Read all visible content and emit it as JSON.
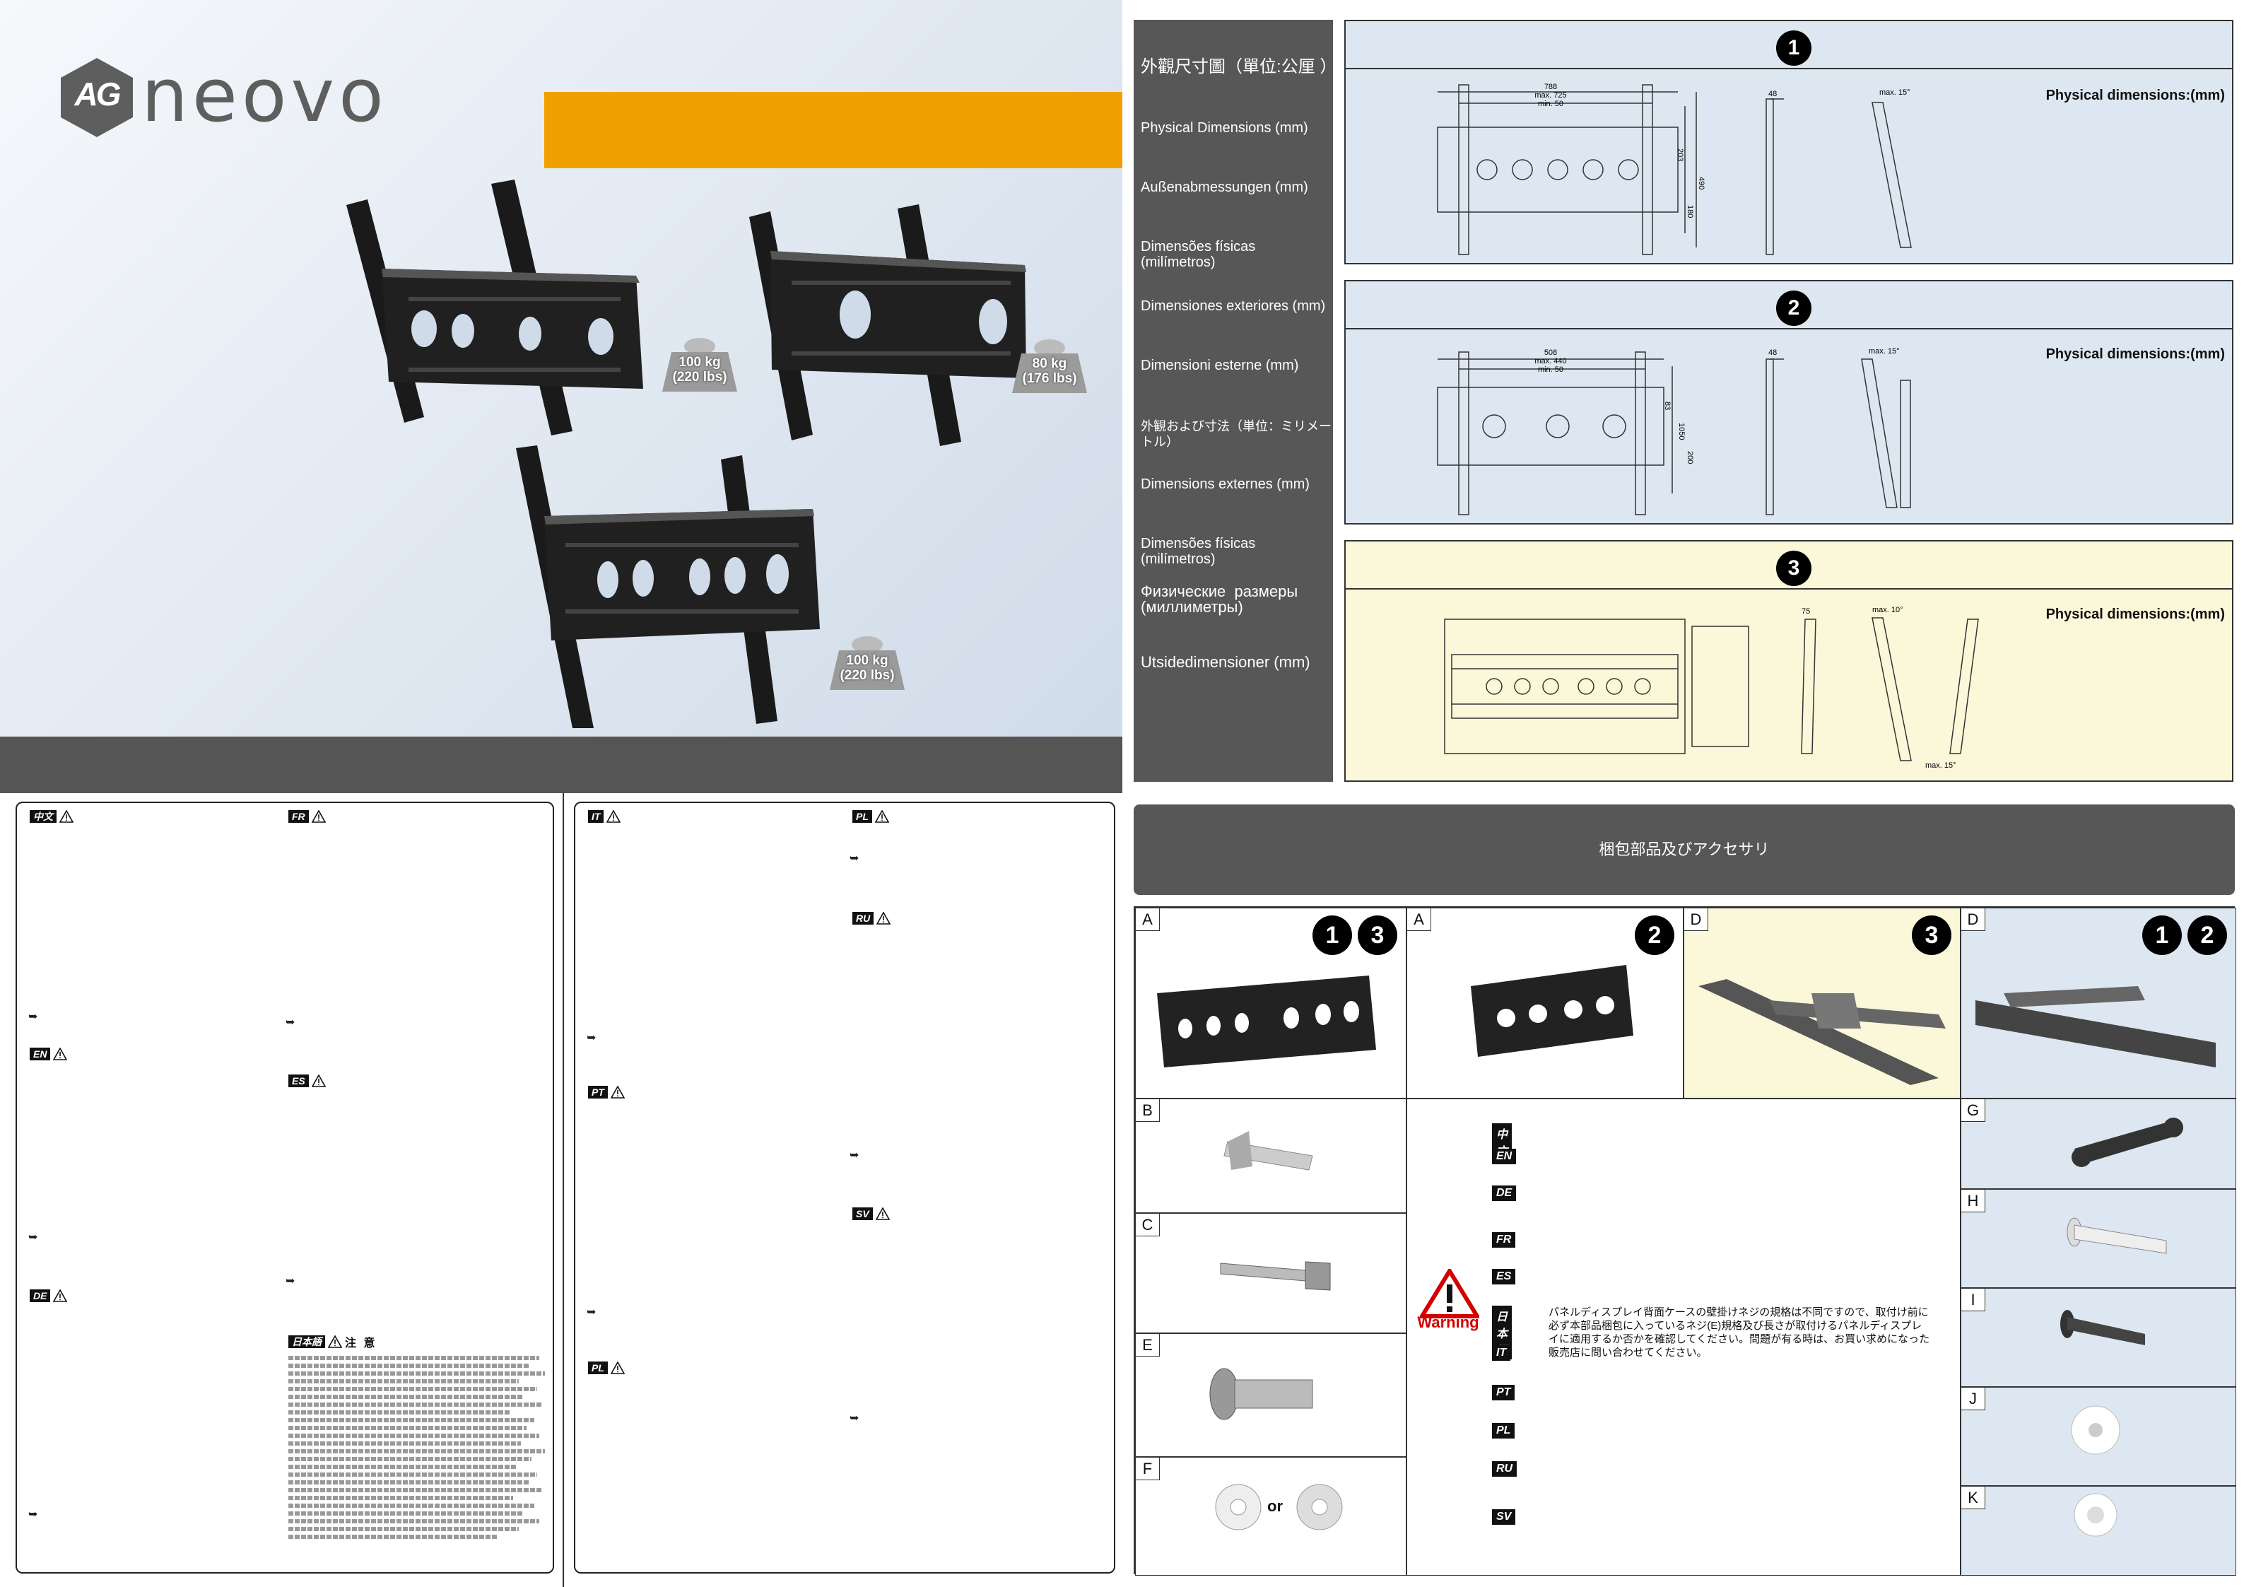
{
  "brand": {
    "logo_initials": "AG",
    "logo_word": "neovo",
    "colors": {
      "orange": "#f0a000",
      "gray": "#575757",
      "blue_panel": "#dde7f2",
      "yellow_panel": "#fbf8d9",
      "warning_red": "#d40000"
    }
  },
  "cover": {
    "weights": [
      {
        "label": "100 kg\n(220 lbs)"
      },
      {
        "label": "80 kg\n(176 lbs)"
      },
      {
        "label": "100 kg\n(220 lbs)"
      }
    ]
  },
  "dimensions": {
    "sidebar_labels": [
      "外觀尺寸圖（單位:公厘 ）",
      "Physical Dimensions (mm)",
      "Außenabmessungen (mm)",
      "Dimensões físicas (milímetros)",
      "Dimensiones exteriores (mm)",
      "Dimensioni esterne (mm)",
      "外観および寸法（単位：ミリメートル）",
      "Dimensions externes (mm)",
      "Dimensões físicas (milímetros)",
      "Физические  размеры\n(миллиметры)",
      "Utsidedimensioner (mm)"
    ],
    "panels": [
      {
        "number": "1",
        "phys_label": "Physical dimensions:(mm)",
        "front_labels": {
          "width": "788",
          "max": "max. 725",
          "min": "min. 50",
          "h1": "203",
          "h2": "490",
          "h3": "180"
        },
        "depth": "48",
        "tilt": "max. 15°"
      },
      {
        "number": "2",
        "phys_label": "Physical dimensions:(mm)",
        "front_labels": {
          "width": "508",
          "max": "max. 440",
          "min": "min. 50",
          "h1": "83",
          "h2": "1050",
          "h3": "200"
        },
        "depth": "48",
        "tilt": "max. 15°"
      },
      {
        "number": "3",
        "phys_label": "Physical dimensions:(mm)",
        "depth": "75",
        "tilt": "max. 10°",
        "tilt2": "max. 15°"
      }
    ]
  },
  "warnings": {
    "panel1": {
      "col_left": [
        "中文",
        "EN",
        "DE"
      ],
      "col_right": [
        "FR",
        "ES",
        "日本語"
      ],
      "jp_note_label": "注 意"
    },
    "panel2": {
      "col_left": [
        "IT",
        "PT",
        "PL"
      ],
      "col_right": [
        "PL",
        "RU",
        "SV"
      ]
    }
  },
  "accessories": {
    "title": "梱包部品及びアクセサリ",
    "cells": [
      {
        "letter": "A",
        "badges": [
          "1",
          "3"
        ]
      },
      {
        "letter": "A",
        "badges": [
          "2"
        ]
      },
      {
        "letter": "D",
        "badges": [
          "3"
        ]
      },
      {
        "letter": "D",
        "badges": [
          "1",
          "2"
        ]
      },
      {
        "letter": "B"
      },
      {
        "letter": "C"
      },
      {
        "letter": "E"
      },
      {
        "letter": "F"
      },
      {
        "letter": "G"
      },
      {
        "letter": "H"
      },
      {
        "letter": "I"
      },
      {
        "letter": "J"
      },
      {
        "letter": "K"
      }
    ],
    "f_or": "or",
    "warning_word": "Warning",
    "warning_langs": [
      "中文",
      "EN",
      "DE",
      "FR",
      "ES",
      "日本語",
      "IT",
      "PT",
      "PL",
      "RU",
      "SV"
    ],
    "jp_note": "パネルディスプレイ背面ケースの壁掛けネジの規格は不同ですので、取付け前に必ず本部品梱包に入っているネジ(E)規格及び長さが取付けるパネルディスプレイに適用するか否かを確認してください。問題が有る時は、お買い求めになった販売店に問い合わせてください。"
  }
}
